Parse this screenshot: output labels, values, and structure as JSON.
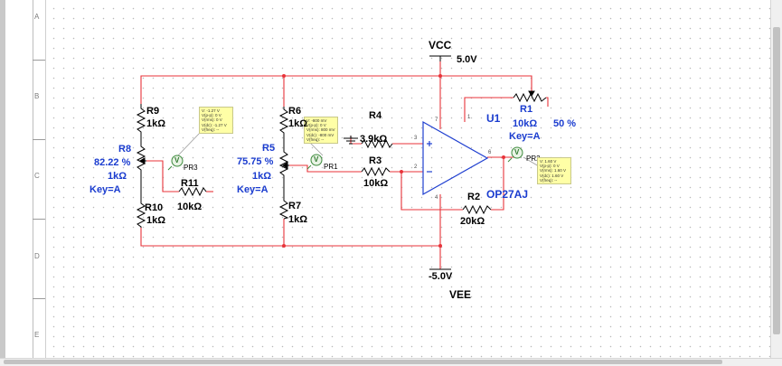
{
  "rulers": {
    "rows": [
      "A",
      "B",
      "C",
      "D",
      "E"
    ]
  },
  "rails": {
    "vcc_name": "VCC",
    "vcc_value": "5.0V",
    "vee_value": "-5.0V",
    "vee_name": "VEE"
  },
  "components": {
    "r9": {
      "name": "R9",
      "value": "1kΩ"
    },
    "r8": {
      "name": "R8",
      "setting": "82.22 %",
      "value": "1kΩ",
      "key": "Key=A"
    },
    "r10": {
      "name": "R10",
      "value": "1kΩ"
    },
    "r11": {
      "name": "R11",
      "value": "10kΩ"
    },
    "r6": {
      "name": "R6",
      "value": "1kΩ"
    },
    "r5": {
      "name": "R5",
      "setting": "75.75 %",
      "value": "1kΩ",
      "key": "Key=A"
    },
    "r7": {
      "name": "R7",
      "value": "1kΩ"
    },
    "r4": {
      "name": "R4",
      "value": "3.9kΩ"
    },
    "r3": {
      "name": "R3",
      "value": "10kΩ"
    },
    "r2": {
      "name": "R2",
      "value": "20kΩ"
    },
    "r1": {
      "name": "R1",
      "value": "10kΩ",
      "setting": "50 %",
      "key": "Key=A"
    },
    "u1": {
      "name": "U1",
      "model": "OP27AJ"
    }
  },
  "probes": {
    "pr1": {
      "label": "PR1",
      "symbol": "V",
      "lines": [
        "V: -800 mV",
        "V(p-p): 0 V",
        "V(rms): 800 mV",
        "V(dc): -800 mV",
        "V(freq): --"
      ]
    },
    "pr2": {
      "label": "PR2",
      "symbol": "V",
      "lines": [
        "V: 1.60 V",
        "V(p-p): 0 V",
        "V(rms): 1.60 V",
        "V(dc): 1.60 V",
        "V(freq): --"
      ]
    },
    "pr3": {
      "label": "PR3",
      "symbol": "V",
      "lines": [
        "V: -1.27 V",
        "V(p-p): 0 V",
        "V(rms): 0 V",
        "V(dc): -1.27 V",
        "V(freq): --"
      ]
    }
  },
  "pins": {
    "u1_in_plus": "3",
    "u1_in_minus": "2",
    "u1_out": "6",
    "u1_top": "7",
    "u1_bottom": "4",
    "u1_trim": "1"
  },
  "colors": {
    "wire": "#e8333a",
    "component": "#000000",
    "opamp": "#1f3fd0",
    "label_blue": "#1a3ccf",
    "probe_bg": "#ffffa6"
  }
}
